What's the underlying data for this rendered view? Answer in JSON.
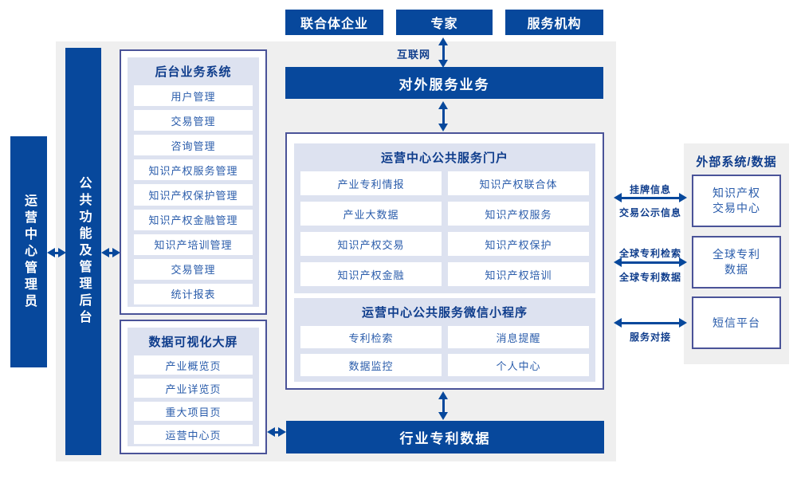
{
  "colors": {
    "primary_blue": "#07489c",
    "panel_border": "#4a5398",
    "light_section_bg": "#dde2f0",
    "grey_bg": "#efefef",
    "title_navy": "#0f3d8c",
    "item_text": "#2a5cab"
  },
  "top_actors": [
    {
      "label": "联合体企业"
    },
    {
      "label": "专家"
    },
    {
      "label": "服务机构"
    }
  ],
  "internet_label": "互联网",
  "external_service_bar": "对外服务业务",
  "left_rail": {
    "admin": "运营中心管理员",
    "backend": "公共功能及管理后台"
  },
  "backend_panel": {
    "title": "后台业务系统",
    "items": [
      "用户管理",
      "交易管理",
      "咨询管理",
      "知识产权服务管理",
      "知识产权保护管理",
      "知识产权金融管理",
      "知识产培训管理",
      "交易管理",
      "统计报表"
    ]
  },
  "dashboard_panel": {
    "title": "数据可视化大屏",
    "items": [
      "产业概览页",
      "产业详览页",
      "重大项目页",
      "运营中心页"
    ]
  },
  "portal_panel": {
    "title": "运营中心公共服务门户",
    "items": [
      "产业专利情报",
      "知识产权联合体",
      "产业大数据",
      "知识产权服务",
      "知识产权交易",
      "知识产权保护",
      "知识产权金融",
      "知识产权培训"
    ]
  },
  "miniprogram_panel": {
    "title": "运营中心公共服务微信小程序",
    "items": [
      "专利检索",
      "消息提醒",
      "数据监控",
      "个人中心"
    ]
  },
  "industry_data_bar": "行业专利数据",
  "external_panel": {
    "title": "外部系统/数据",
    "systems": [
      {
        "lines": [
          "知识产权",
          "交易中心"
        ]
      },
      {
        "lines": [
          "全球专利",
          "数据"
        ]
      },
      {
        "lines": [
          "短信平台"
        ]
      }
    ]
  },
  "link_labels": {
    "listing_top": "挂牌信息",
    "listing_bottom": "交易公示信息",
    "patent_top": "全球专利检索",
    "patent_bottom": "全球专利数据",
    "service": "服务对接"
  }
}
